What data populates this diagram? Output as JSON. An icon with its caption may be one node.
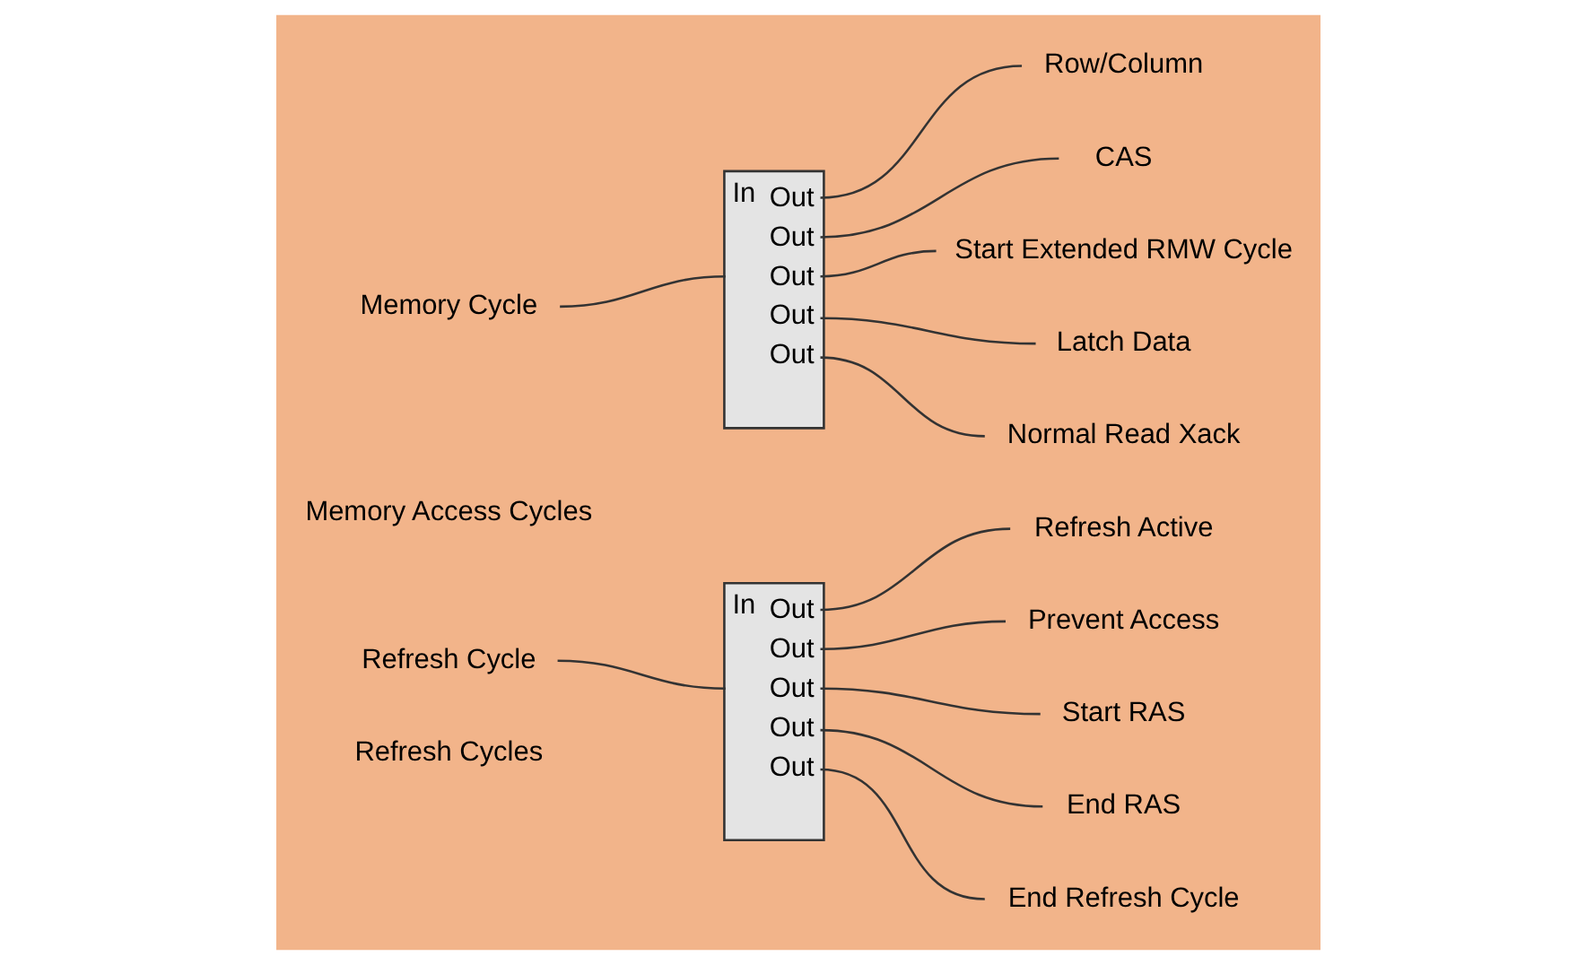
{
  "diagram": {
    "nodes": [
      {
        "text": [
          "Memory Cycle"
        ]
      },
      {
        "text": [
          "In",
          "Out",
          "Out",
          "Out",
          "Out",
          "Out"
        ]
      },
      {
        "text": [
          "Row/Column"
        ]
      },
      {
        "text": [
          "CAS"
        ]
      },
      {
        "text": [
          "Start Extended RMW Cycle"
        ]
      },
      {
        "text": [
          "Latch Data"
        ]
      },
      {
        "text": [
          "Normal Read Xack"
        ]
      },
      {
        "text": [
          "Refresh Cycle"
        ]
      },
      {
        "text": [
          "In",
          "Out",
          "Out",
          "Out",
          "Out",
          "Out"
        ]
      },
      {
        "text": [
          "Refresh Active"
        ]
      },
      {
        "text": [
          "Prevent Access"
        ]
      },
      {
        "text": [
          "Start RAS"
        ]
      },
      {
        "text": [
          "End RAS"
        ]
      },
      {
        "text": [
          "End Refresh Cycle"
        ]
      }
    ],
    "edges": [
      {
        "from": 0,
        "to": 1,
        "arrow": "none"
      },
      {
        "from": 1,
        "to": 2,
        "arrow": "none"
      },
      {
        "from": 1,
        "to": 3,
        "arrow": "none"
      },
      {
        "from": 1,
        "to": 4,
        "arrow": "none"
      },
      {
        "from": 1,
        "to": 5,
        "arrow": "none"
      },
      {
        "from": 1,
        "to": 6,
        "arrow": "none"
      },
      {
        "from": 7,
        "to": 8,
        "arrow": "none"
      },
      {
        "from": 8,
        "to": 9,
        "arrow": "none"
      },
      {
        "from": 8,
        "to": 10,
        "arrow": "none"
      },
      {
        "from": 8,
        "to": 11,
        "arrow": "none"
      },
      {
        "from": 8,
        "to": 12,
        "arrow": "none"
      },
      {
        "from": 8,
        "to": 13,
        "arrow": "none"
      }
    ],
    "labels": [
      "Memory Access Cycles",
      "Refresh Cycles"
    ]
  }
}
